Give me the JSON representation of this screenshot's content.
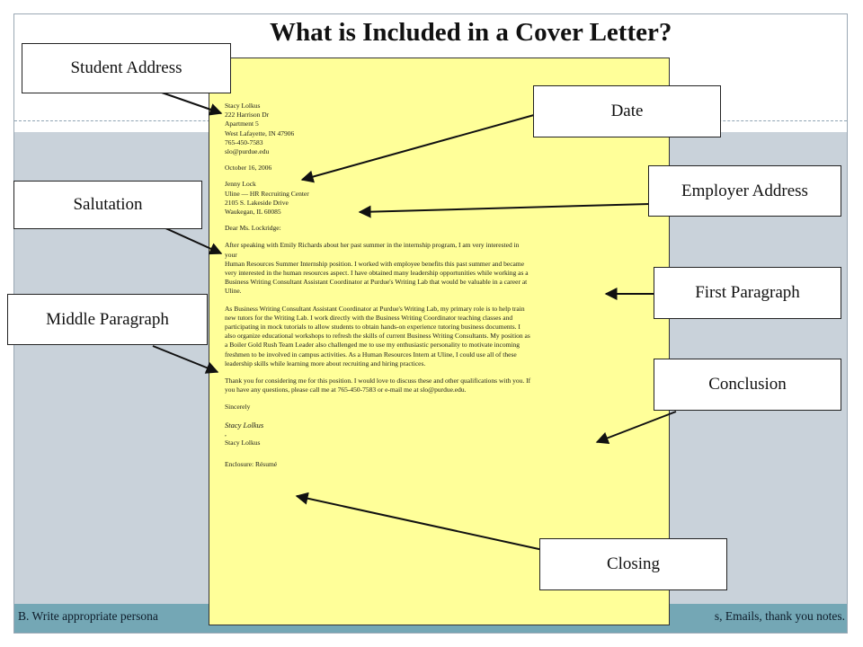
{
  "title": "What is Included in a Cover Letter?",
  "footer": {
    "left": "B. Write appropriate persona",
    "right": "s, Emails, thank you notes."
  },
  "labels": {
    "student_address": "Student Address",
    "date": "Date",
    "employer_address": "Employer Address",
    "salutation": "Salutation",
    "first_paragraph": "First Paragraph",
    "middle_paragraph": "Middle Paragraph",
    "conclusion": "Conclusion",
    "closing": "Closing"
  },
  "letter": {
    "sender": [
      "Stacy Lolkus",
      "222 Harrison Dr",
      "Apartment 5",
      "West Lafayette, IN 47906",
      "765-450-7583",
      "slo@purdue.edu"
    ],
    "date": "October 16, 2006",
    "employer": [
      "Jenny Lock",
      "Uline — HR Recruiting Center",
      "2105 S. Lakeside Drive",
      "Waukegan, IL 60085"
    ],
    "salutation": "Dear Ms. Lockridge:",
    "first_paragraph": [
      "After speaking with Emily Richards about her past summer in the internship program, I am very interested in",
      "your",
      "Human Resources Summer Internship position.  I worked with employee benefits this past summer and became",
      "very interested in the human resources aspect.  I have obtained many leadership opportunities while working as a",
      "Business Writing Consultant Assistant Coordinator at Purdue's Writing Lab that would be valuable in a career at",
      "Uline."
    ],
    "middle_paragraph": [
      "As Business Writing Consultant Assistant Coordinator at Purdue's Writing Lab, my primary role is to help train",
      "new tutors for the Writing Lab.  I work directly with the Business Writing Coordinator teaching classes and",
      "participating in mock tutorials to allow students to obtain hands-on experience tutoring business documents.  I",
      "also organize educational workshops to refresh the skills of current Business Writing Consultants.  My position as",
      "a Boiler Gold Rush Team Leader also challenged me to use my enthusiastic personality to motivate incoming",
      "freshmen to be involved in campus activities.  As a Human Resources Intern at Uline, I could use all of these",
      "leadership skills while learning more about recruiting and hiring practices."
    ],
    "conclusion": [
      "Thank you for considering me for this position.  I would love to discuss these and other qualifications with you.  If",
      "you have any questions, please call me at 765-450-7583 or e-mail me at slo@purdue.edu."
    ],
    "closing": "Sincerely",
    "signature": "Stacy Lolkus",
    "comma": ",",
    "typed_name": "Stacy Lolkus",
    "enclosure": "Enclosure:  Résumé"
  }
}
